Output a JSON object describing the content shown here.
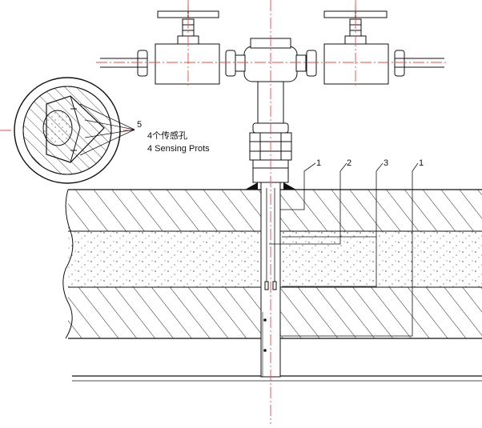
{
  "diagram": {
    "callouts": [
      "1",
      "2",
      "3",
      "1"
    ],
    "detail_callout": "5",
    "sensing_ports_cn": "4个传感孔",
    "sensing_ports_en": "4  Sensing Prots",
    "colors": {
      "line": "#111111",
      "centerline": "#e0504a",
      "fill": "#ffffff"
    }
  }
}
